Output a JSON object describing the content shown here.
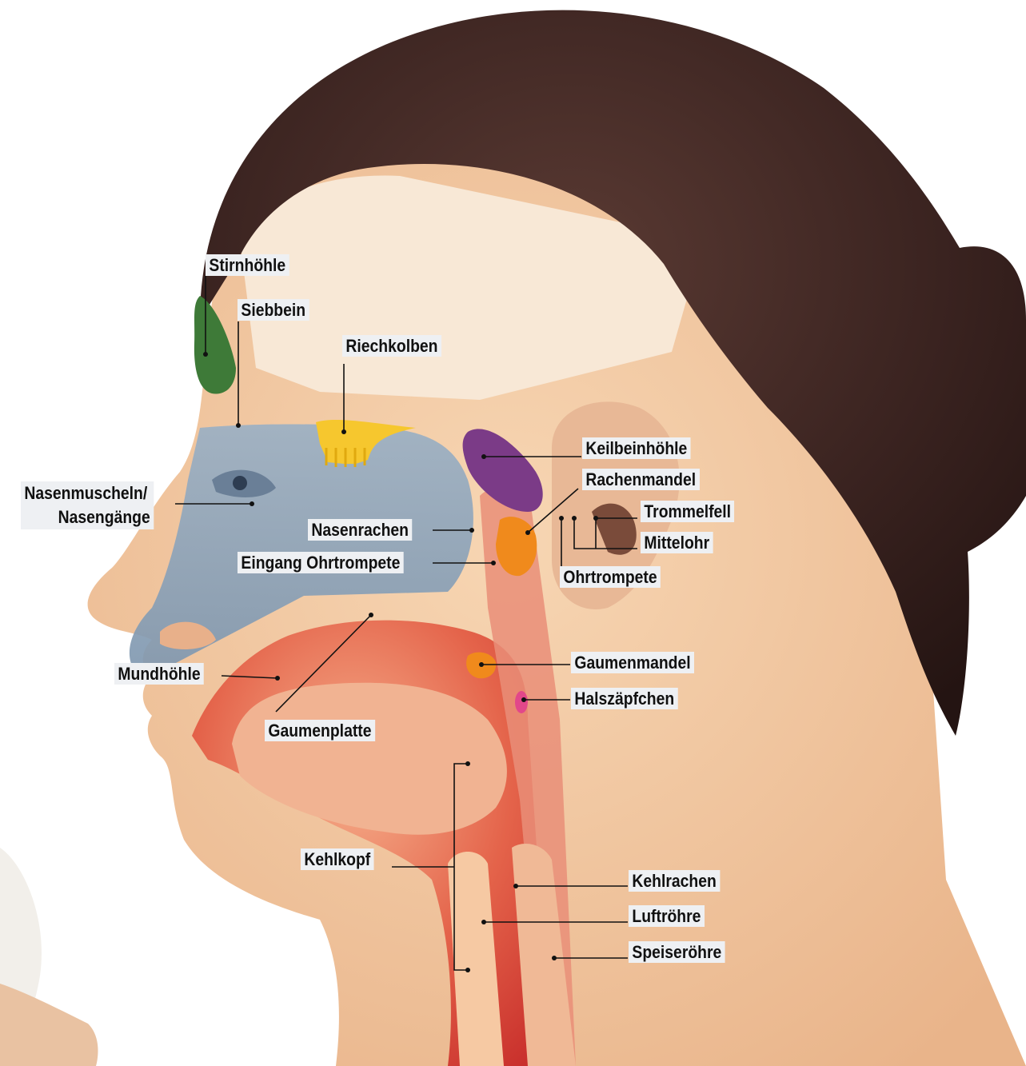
{
  "labels": {
    "stirnhoehle": "Stirnhöhle",
    "siebbein": "Siebbein",
    "riechkolben": "Riechkolben",
    "keilbeinhoehle": "Keilbeinhöhle",
    "rachenmandel": "Rachenmandel",
    "trommelfell": "Trommelfell",
    "mittelohr": "Mittelohr",
    "ohrtrompete": "Ohrtrompete",
    "nasenmuscheln_line1": "Nasenmuscheln/",
    "nasenmuscheln_line2": "Nasengänge",
    "nasenrachen": "Nasenrachen",
    "eingang_ohrtrompete": "Eingang Ohrtrompete",
    "mundhoehle": "Mundhöhle",
    "gaumenplatte": "Gaumenplatte",
    "gaumenmandel": "Gaumenmandel",
    "halszaepfchen": "Halszäpfchen",
    "kehlkopf": "Kehlkopf",
    "kehlrachen": "Kehlrachen",
    "luftroehre": "Luftröhre",
    "speiseroehre": "Speiseröhre"
  },
  "colors": {
    "label_bg": "#eef0f3",
    "label_text": "#111111",
    "leader_line": "#111111",
    "skin": "#f3cba2",
    "hair": "#3a2320",
    "frontal_sinus": "#3e7a38",
    "olfactory_bulb": "#f6c72e",
    "sphenoid_sinus": "#7b3b87",
    "nasal_cavity": "#8aa3bb",
    "mouth_throat": "#d9423a",
    "tonsil": "#f08a1c",
    "uvula": "#e2478a"
  }
}
